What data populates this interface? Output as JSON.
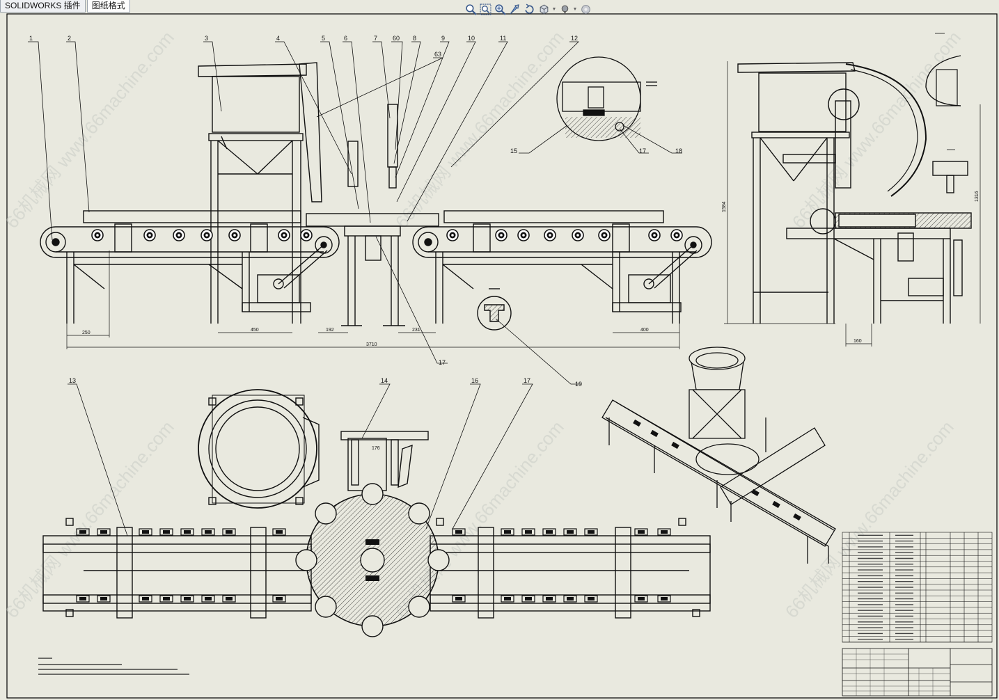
{
  "tabs": [
    {
      "label": "SOLIDWORKS 插件",
      "active": false
    },
    {
      "label": "图纸格式",
      "active": true
    }
  ],
  "toolbar": [
    {
      "icon": "zoom-to-fit-icon"
    },
    {
      "icon": "zoom-area-icon"
    },
    {
      "icon": "zoom-in-out-icon"
    },
    {
      "icon": "select-icon"
    },
    {
      "icon": "rotate-view-icon"
    },
    {
      "icon": "view-orientation-icon",
      "dropdown": true
    },
    {
      "icon": "display-style-icon",
      "dropdown": true
    },
    {
      "icon": "appearance-icon"
    }
  ],
  "balloons_top": [
    "1",
    "2",
    "3",
    "4",
    "5",
    "6",
    "7",
    "60",
    "8",
    "9",
    "10",
    "11",
    "12",
    "63"
  ],
  "detail_labels": [
    "15",
    "17",
    "18",
    "19"
  ],
  "balloons_bottom": [
    "13",
    "14",
    "16",
    "17"
  ],
  "dimensions": {
    "d250": "250",
    "d450": "450",
    "d192": "192",
    "d231": "231",
    "d400": "400",
    "d3710": "3710",
    "d160": "160",
    "d1584": "1584",
    "d1316": "1316",
    "d176": "176"
  },
  "watermark": "66机械网 www.66machine.com"
}
